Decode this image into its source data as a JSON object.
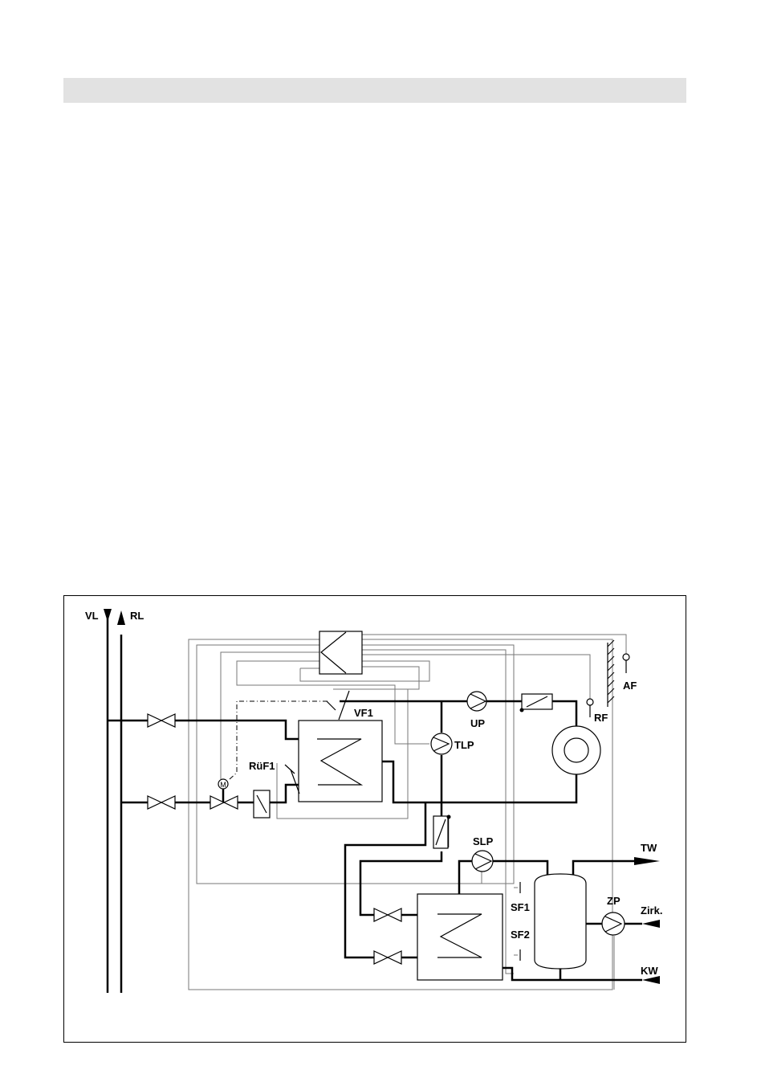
{
  "diagram": {
    "labels": {
      "vl": "VL",
      "rl": "RL",
      "vf1": "VF1",
      "ruef1": "RüF1",
      "up": "UP",
      "tlp": "TLP",
      "af": "AF",
      "rf": "RF",
      "slp": "SLP",
      "sf1": "SF1",
      "sf2": "SF2",
      "zp": "ZP",
      "tw": "TW",
      "zirk": "Zirk.",
      "kw": "KW"
    }
  }
}
